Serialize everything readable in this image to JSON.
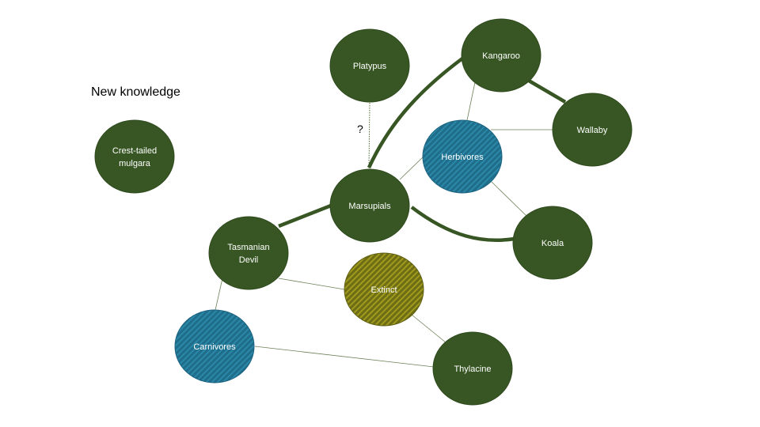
{
  "heading": "New knowledge",
  "unlinked_node": "Crest-tailed mulgara",
  "question_mark": "?",
  "colors": {
    "node_green": "#375623",
    "node_green_border": "#2f4a1e",
    "node_blue": "#1f6d8a",
    "node_blue_stripe": "#2a88a8",
    "node_gold": "#6d6d14",
    "node_gold_stripe": "#a09a1e",
    "edge": "#375623",
    "label": "#ffffff"
  },
  "nodes": [
    {
      "id": "platypus",
      "label": "Platypus",
      "style": "green"
    },
    {
      "id": "kangaroo",
      "label": "Kangaroo",
      "style": "green"
    },
    {
      "id": "wallaby",
      "label": "Wallaby",
      "style": "green"
    },
    {
      "id": "herbivores",
      "label": "Herbivores",
      "style": "blue"
    },
    {
      "id": "marsupials",
      "label": "Marsupials",
      "style": "green"
    },
    {
      "id": "koala",
      "label": "Koala",
      "style": "green"
    },
    {
      "id": "tasmanian-devil",
      "label": "Tasmanian Devil",
      "style": "green"
    },
    {
      "id": "extinct",
      "label": "Extinct",
      "style": "gold"
    },
    {
      "id": "carnivores",
      "label": "Carnivores",
      "style": "blue"
    },
    {
      "id": "thylacine",
      "label": "Thylacine",
      "style": "green"
    },
    {
      "id": "mulgara",
      "label": "Crest-tailed mulgara",
      "style": "green"
    }
  ],
  "edges": [
    {
      "from": "platypus",
      "to": "marsupials",
      "kind": "dotted",
      "label": "?"
    },
    {
      "from": "marsupials",
      "to": "kangaroo",
      "kind": "thick"
    },
    {
      "from": "kangaroo",
      "to": "wallaby",
      "kind": "thick"
    },
    {
      "from": "marsupials",
      "to": "koala",
      "kind": "thick"
    },
    {
      "from": "marsupials",
      "to": "tasmanian-devil",
      "kind": "thick"
    },
    {
      "from": "marsupials",
      "to": "herbivores",
      "kind": "thin"
    },
    {
      "from": "kangaroo",
      "to": "herbivores",
      "kind": "thin"
    },
    {
      "from": "wallaby",
      "to": "herbivores",
      "kind": "thin"
    },
    {
      "from": "herbivores",
      "to": "koala",
      "kind": "thin"
    },
    {
      "from": "tasmanian-devil",
      "to": "extinct",
      "kind": "thin"
    },
    {
      "from": "tasmanian-devil",
      "to": "carnivores",
      "kind": "thin"
    },
    {
      "from": "extinct",
      "to": "thylacine",
      "kind": "thin"
    },
    {
      "from": "carnivores",
      "to": "thylacine",
      "kind": "thin"
    }
  ]
}
